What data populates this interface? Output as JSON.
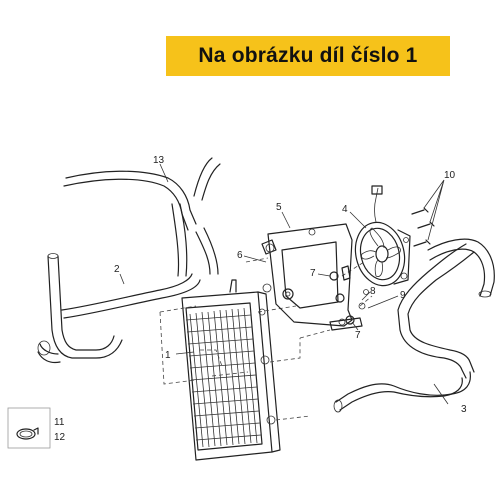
{
  "banner": {
    "text": "Na obrázku díl číslo 1"
  },
  "callouts": {
    "c1": "1",
    "c2": "2",
    "c3": "3",
    "c4": "4",
    "c5": "5",
    "c6": "6",
    "c7a": "7",
    "c7b": "7",
    "c8": "8",
    "c9": "9",
    "c10": "10",
    "c11": "11",
    "c12": "12",
    "c13": "13"
  }
}
